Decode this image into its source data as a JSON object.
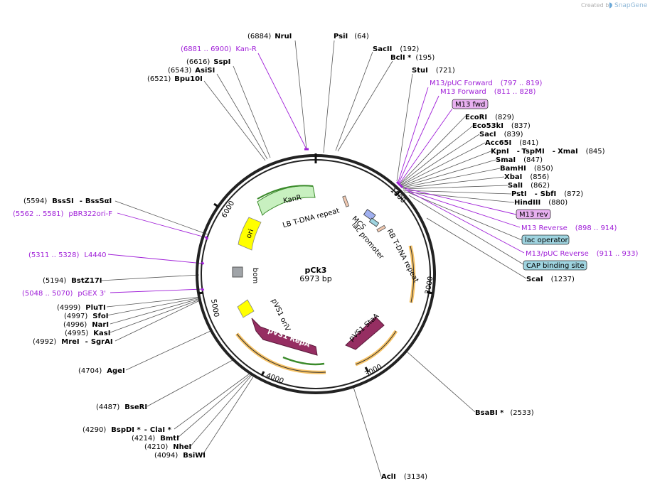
{
  "credit": {
    "prefix": "Created by",
    "brand": "SnapGene"
  },
  "plasmid": {
    "name": "pCk3",
    "length": "6973 bp"
  },
  "ticks": [
    "1000",
    "2000",
    "3000",
    "4000",
    "5000",
    "6000"
  ],
  "enzymes": {
    "nrui": {
      "pos": "(6884)",
      "name": "NruI"
    },
    "psii": {
      "pos": "(64)",
      "name": "PsiI"
    },
    "kanr_primer": {
      "pos": "(6881 .. 6900)",
      "name": "Kan-R"
    },
    "sacii": {
      "pos": "(192)",
      "name": "SacII"
    },
    "bcli": {
      "pos": "(195)",
      "name": "BclI *"
    },
    "sspi": {
      "pos": "(6616)",
      "name": "SspI"
    },
    "asisi": {
      "pos": "(6543)",
      "name": "AsiSI"
    },
    "bpu10i": {
      "pos": "(6521)",
      "name": "Bpu10I"
    },
    "stui": {
      "pos": "(721)",
      "name": "StuI"
    },
    "m13puc_fwd": {
      "name": "M13/pUC Forward",
      "pos": "(797 .. 819)"
    },
    "m13_fwd": {
      "name": "M13 Forward",
      "pos": "(811 .. 828)"
    },
    "m13fwd_box": {
      "name": "M13 fwd"
    },
    "ecori": {
      "name": "EcoRI",
      "pos": "(829)"
    },
    "eco53ki": {
      "name": "Eco53kI",
      "pos": "(837)"
    },
    "saci": {
      "name": "SacI",
      "pos": "(839)"
    },
    "acc65i": {
      "name": "Acc65I",
      "pos": "(841)"
    },
    "kpni": {
      "name": "KpnI",
      "mid": "TspMI",
      "last": "XmaI",
      "pos": "(845)"
    },
    "smai": {
      "name": "SmaI",
      "pos": "(847)"
    },
    "bamhi": {
      "name": "BamHI",
      "pos": "(850)"
    },
    "xbai": {
      "name": "XbaI",
      "pos": "(856)"
    },
    "sali": {
      "name": "SalI",
      "pos": "(862)"
    },
    "psti": {
      "name": "PstI",
      "mid": "SbfI",
      "pos": "(872)"
    },
    "hindiii": {
      "name": "HindIII",
      "pos": "(880)"
    },
    "m13rev_box": {
      "name": "M13 rev"
    },
    "m13_reverse": {
      "name": "M13 Reverse",
      "pos": "(898 .. 914)"
    },
    "lac_op": {
      "name": "lac operator"
    },
    "m13puc_rev": {
      "name": "M13/pUC Reverse",
      "pos": "(911 .. 933)"
    },
    "cap": {
      "name": "CAP binding site"
    },
    "scai": {
      "name": "ScaI",
      "pos": "(1237)"
    },
    "bsssi": {
      "pos": "(5594)",
      "name": "BssSI",
      "alt": "BssSαI"
    },
    "pbr322": {
      "pos": "(5562 .. 5581)",
      "name": "pBR322ori-F"
    },
    "l4440": {
      "pos": "(5311 .. 5328)",
      "name": "L4440"
    },
    "bstz17i": {
      "pos": "(5194)",
      "name": "BstZ17I"
    },
    "pgex3": {
      "pos": "(5048 .. 5070)",
      "name": "pGEX 3'"
    },
    "pluti": {
      "pos": "(4999)",
      "name": "PluTI"
    },
    "sfoi": {
      "pos": "(4997)",
      "name": "SfoI"
    },
    "nari": {
      "pos": "(4996)",
      "name": "NarI"
    },
    "kasi": {
      "pos": "(4995)",
      "name": "KasI"
    },
    "mrei": {
      "pos": "(4992)",
      "name": "MreI",
      "alt": "SgrAI"
    },
    "agei": {
      "pos": "(4704)",
      "name": "AgeI"
    },
    "bseri": {
      "pos": "(4487)",
      "name": "BseRI"
    },
    "bspdi": {
      "pos": "(4290)",
      "name": "BspDI *",
      "alt": "ClaI *"
    },
    "bmti": {
      "pos": "(4214)",
      "name": "BmtI"
    },
    "nhei": {
      "pos": "(4210)",
      "name": "NheI"
    },
    "bsiwi": {
      "pos": "(4094)",
      "name": "BsiWI"
    },
    "bsabi": {
      "name": "BsaBI *",
      "pos": "(2533)"
    },
    "acli": {
      "name": "AclI",
      "pos": "(3134)"
    }
  },
  "features": {
    "kanr": "KanR",
    "lb": "LB T-DNA repeat",
    "ori": "ori",
    "bom": "bom",
    "pvs1_oriv": "pVS1 oriV",
    "pvs1_repa": "pVS1 RepA",
    "pvs1_staa": "pVS1 StaA",
    "rb": "RB T-DNA repeat",
    "mcs": "MCS",
    "lac_promoter": "lac promoter"
  },
  "colors": {
    "primer": "#a020d8",
    "kanr": "#c8f0c0",
    "ori": "#ffff00",
    "repa": "#962e62",
    "orange_band": "#f5b440",
    "green_band": "#3a8a2a",
    "blue_box": "#9fd4e0",
    "violet_box": "#e8b0f0"
  }
}
